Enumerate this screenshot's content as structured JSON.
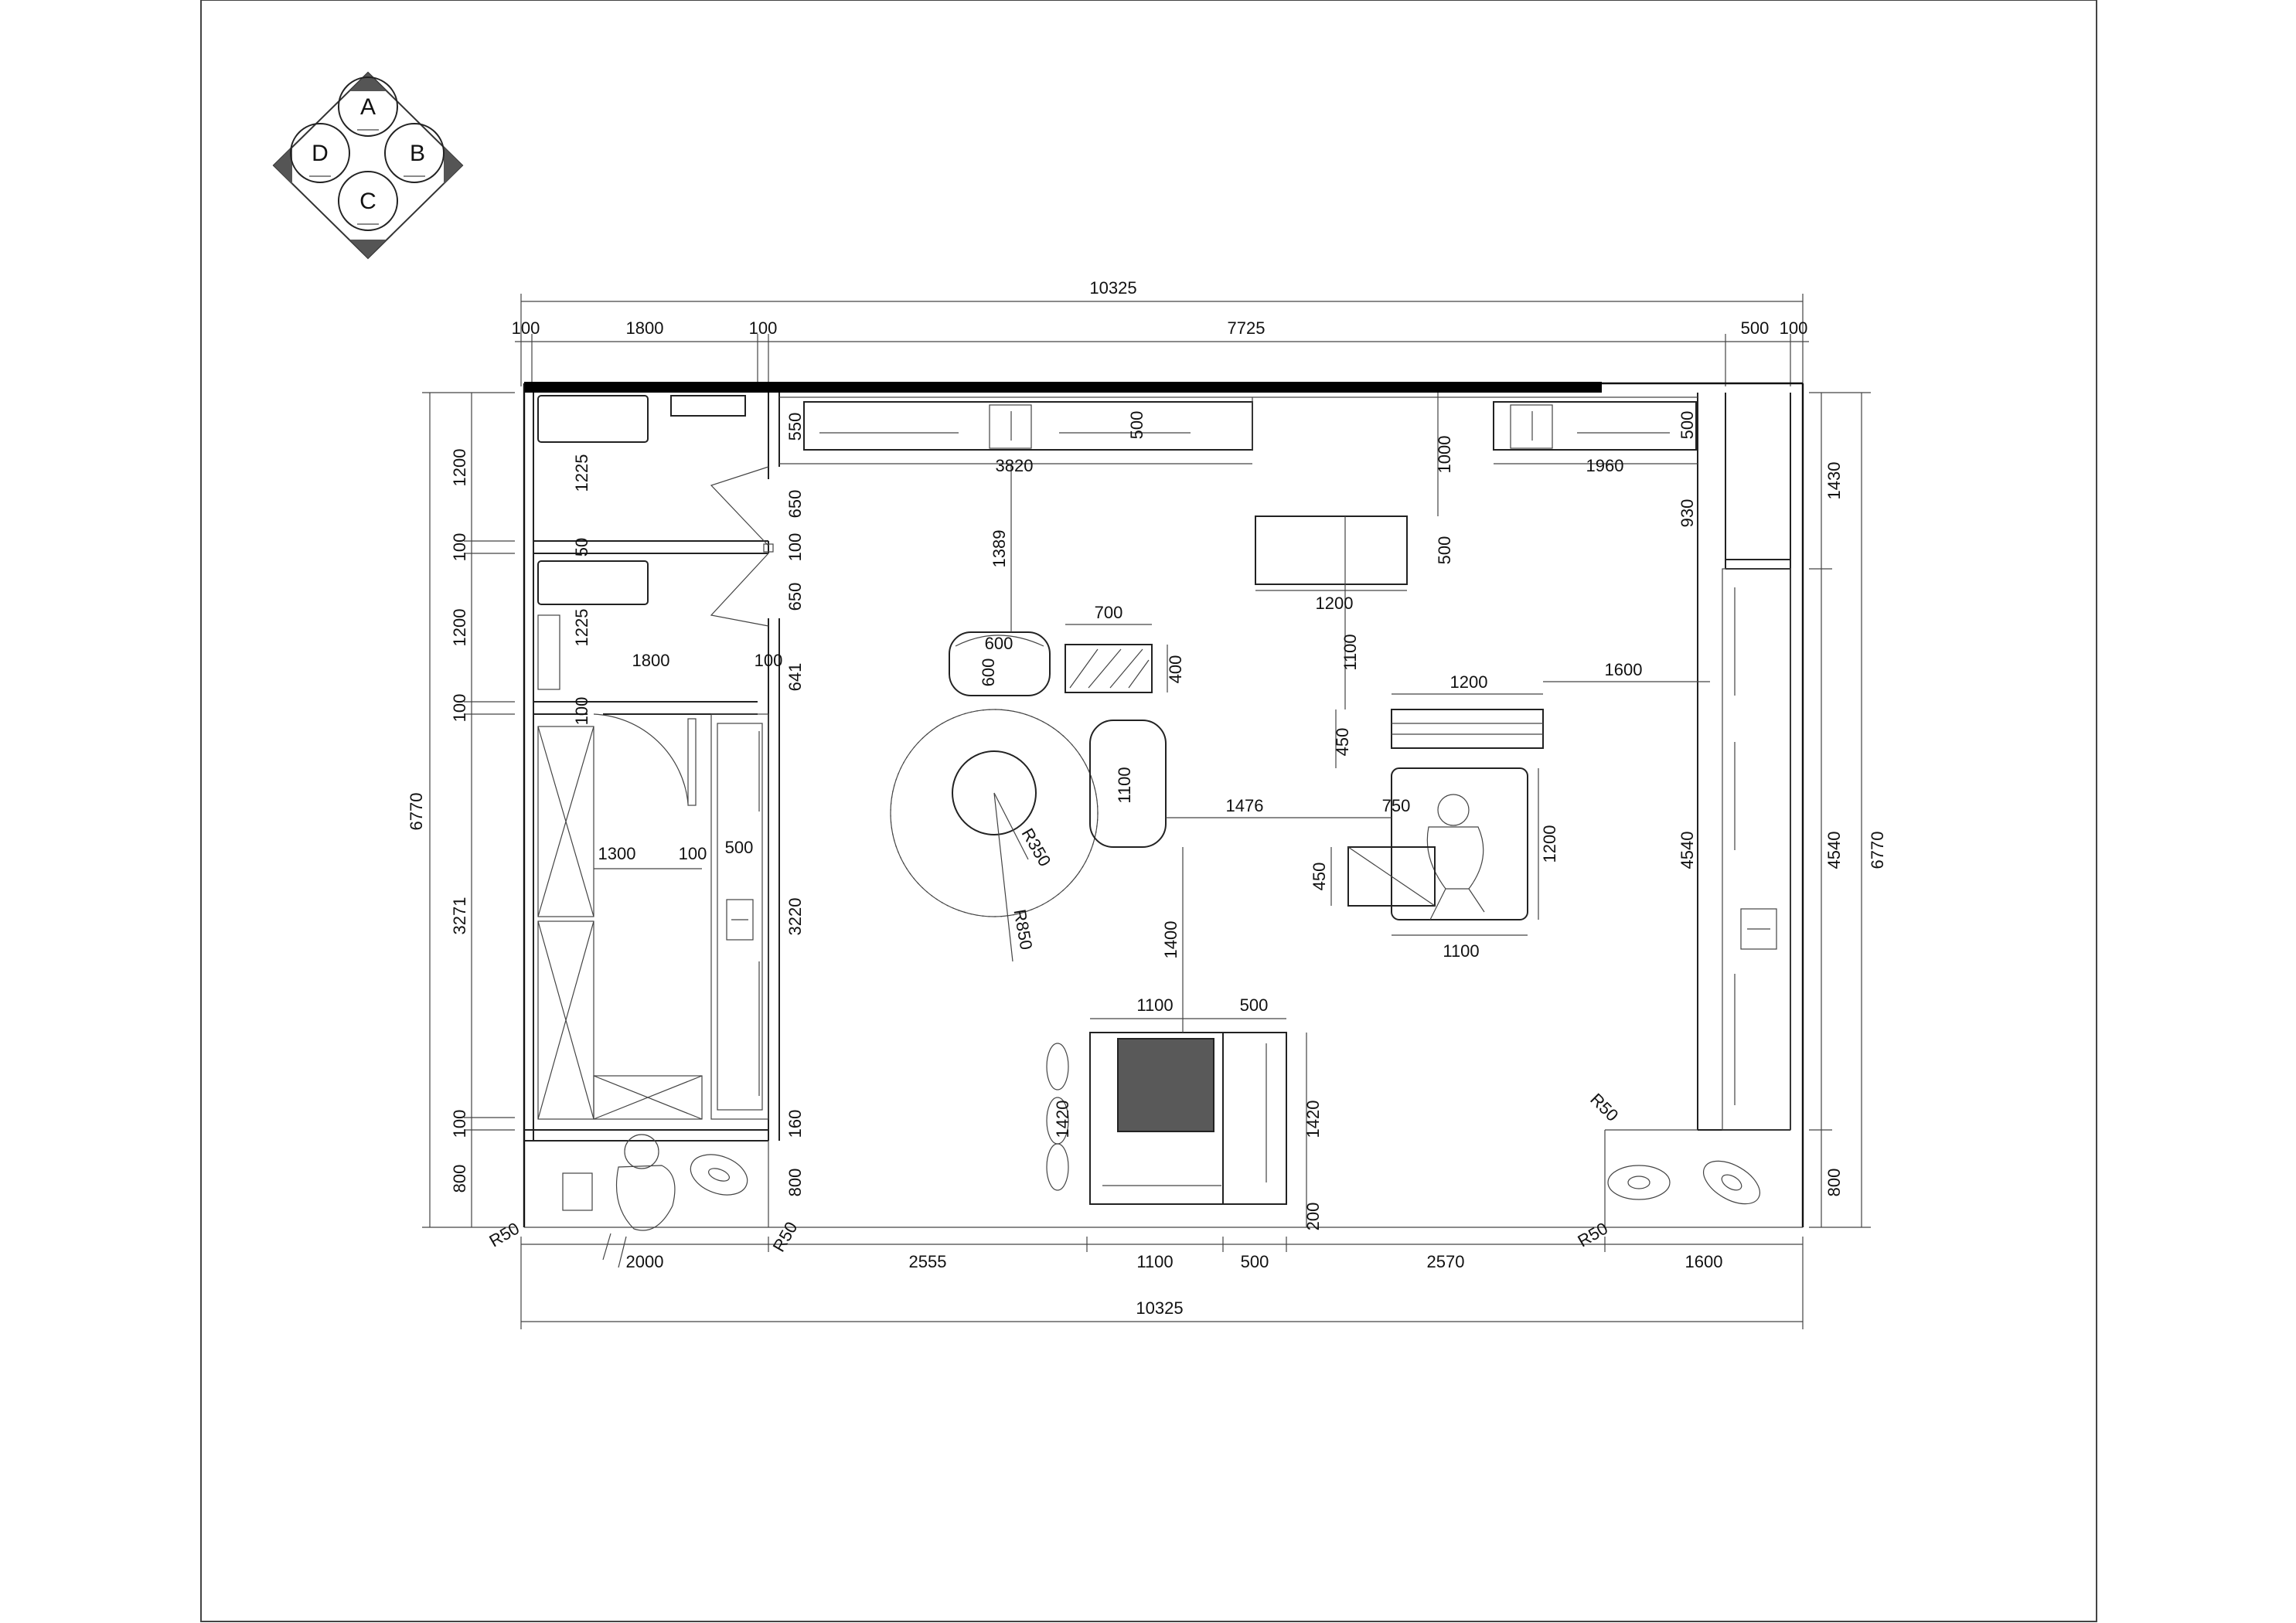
{
  "compass": {
    "north": "A",
    "east": "B",
    "south": "C",
    "west": "D"
  },
  "colors": {
    "line": "#222222",
    "wall_top": "#000000",
    "tv": "#595959",
    "paper": "#ffffff"
  },
  "top_dims": {
    "total": "10325",
    "segments": [
      "100",
      "1800",
      "100",
      "7725",
      "500",
      "100"
    ]
  },
  "bottom_dims": {
    "total": "10325",
    "segments": [
      "2000",
      "2555",
      "1100",
      "500",
      "2570",
      "1600"
    ]
  },
  "left_dims": {
    "total": "6770",
    "segments": [
      "1200",
      "100",
      "1200",
      "100",
      "3271",
      "100",
      "800"
    ]
  },
  "right_dims": {
    "total": "6770",
    "segments": [
      "1430",
      "4540",
      "800"
    ]
  },
  "interior_dims": {
    "d1225a": "1225",
    "d50": "50",
    "d1225b": "1225",
    "d1800": "1800",
    "d100a": "100",
    "d100b": "100",
    "d1300": "1300",
    "d100c": "100",
    "d500a": "500",
    "d3220": "3220",
    "d550": "550",
    "d650a": "650",
    "d100d": "100",
    "d650b": "650",
    "d641": "641",
    "d160": "160",
    "d800": "800",
    "d3820": "3820",
    "d500b": "500",
    "d1389": "1389",
    "d700": "700",
    "d400": "400",
    "d600a": "600",
    "d600b": "600",
    "d1100chair": "1100",
    "r350": "R350",
    "r850": "R850",
    "d1476": "1476",
    "d1400": "1400",
    "d1000": "1000",
    "d500c": "500",
    "d1200a": "1200",
    "d1100a": "1100",
    "d1200b": "1200",
    "d1600": "1600",
    "d450a": "450",
    "d750": "750",
    "d1200c": "1200",
    "d450b": "450",
    "d1100b": "1100",
    "d1960": "1960",
    "d500d": "500",
    "d930": "930",
    "d4540": "4540",
    "d1100c": "1100",
    "d500e": "500",
    "d1420a": "1420",
    "d1420b": "1420",
    "d200": "200",
    "r50a": "R50",
    "r50b": "R50",
    "r50c": "R50",
    "r50d": "R50"
  }
}
